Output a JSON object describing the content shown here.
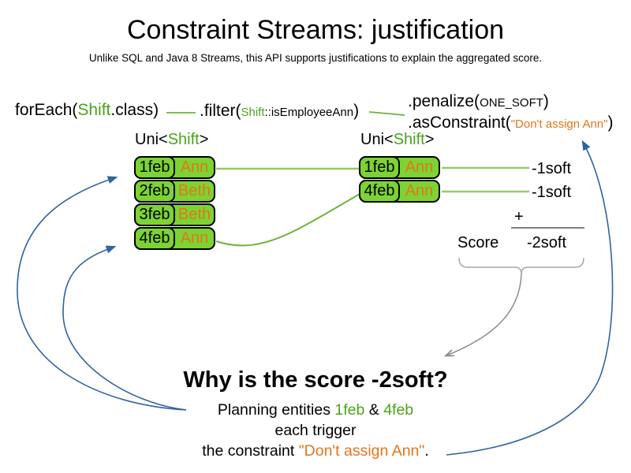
{
  "title": "Constraint Streams: justification",
  "subtitle": "Unlike SQL and Java 8 Streams, this API supports justifications to explain the aggregated score.",
  "code": {
    "foreach_pre": "forEach(",
    "foreach_class": "Shift",
    "foreach_post": ".class)",
    "filter_pre": ".filter(",
    "filter_class": "Shift",
    "filter_method": "::isEmployeeAnn",
    "filter_close": ")",
    "penalize_pre": ".penalize(",
    "penalize_arg": "ONE_SOFT",
    "penalize_close": ")",
    "asconstraint_pre": ".asConstraint(",
    "asconstraint_arg": "\"Don't assign Ann\"",
    "asconstraint_close": ")"
  },
  "left_stream": {
    "label_pre": "Uni<",
    "label_type": "Shift",
    "label_post": ">",
    "rows": [
      {
        "date": "1feb",
        "employee": "Ann"
      },
      {
        "date": "2feb",
        "employee": "Beth"
      },
      {
        "date": "3feb",
        "employee": "Beth"
      },
      {
        "date": "4feb",
        "employee": "Ann"
      }
    ]
  },
  "right_stream": {
    "label_pre": "Uni<",
    "label_type": "Shift",
    "label_post": ">",
    "rows": [
      {
        "date": "1feb",
        "employee": "Ann"
      },
      {
        "date": "4feb",
        "employee": "Ann"
      }
    ]
  },
  "score_panel": {
    "penalty1": "-1soft",
    "penalty2": "-1soft",
    "plus": "+",
    "score_label": "Score",
    "total": "-2soft"
  },
  "explanation": {
    "heading": "Why is the score -2soft?",
    "line1_pre": "Planning entities ",
    "line1_entity1": "1feb",
    "line1_amp": " & ",
    "line1_entity2": "4feb",
    "line2": "each trigger",
    "line3_pre": "the constraint ",
    "line3_constraint": "\"Don't assign Ann\"",
    "line3_post": "."
  },
  "colors": {
    "entity_fill_green": "#7CD333",
    "type_text_green": "#4AA41A",
    "connector_light_green": "#93CB66",
    "connector_dark_green": "#6EB33C",
    "employee_orange": "#E2761B",
    "arrow_blue": "#31639F",
    "brace_gray": "#A6A6A6",
    "arrow_gray": "#8C8C8C"
  }
}
